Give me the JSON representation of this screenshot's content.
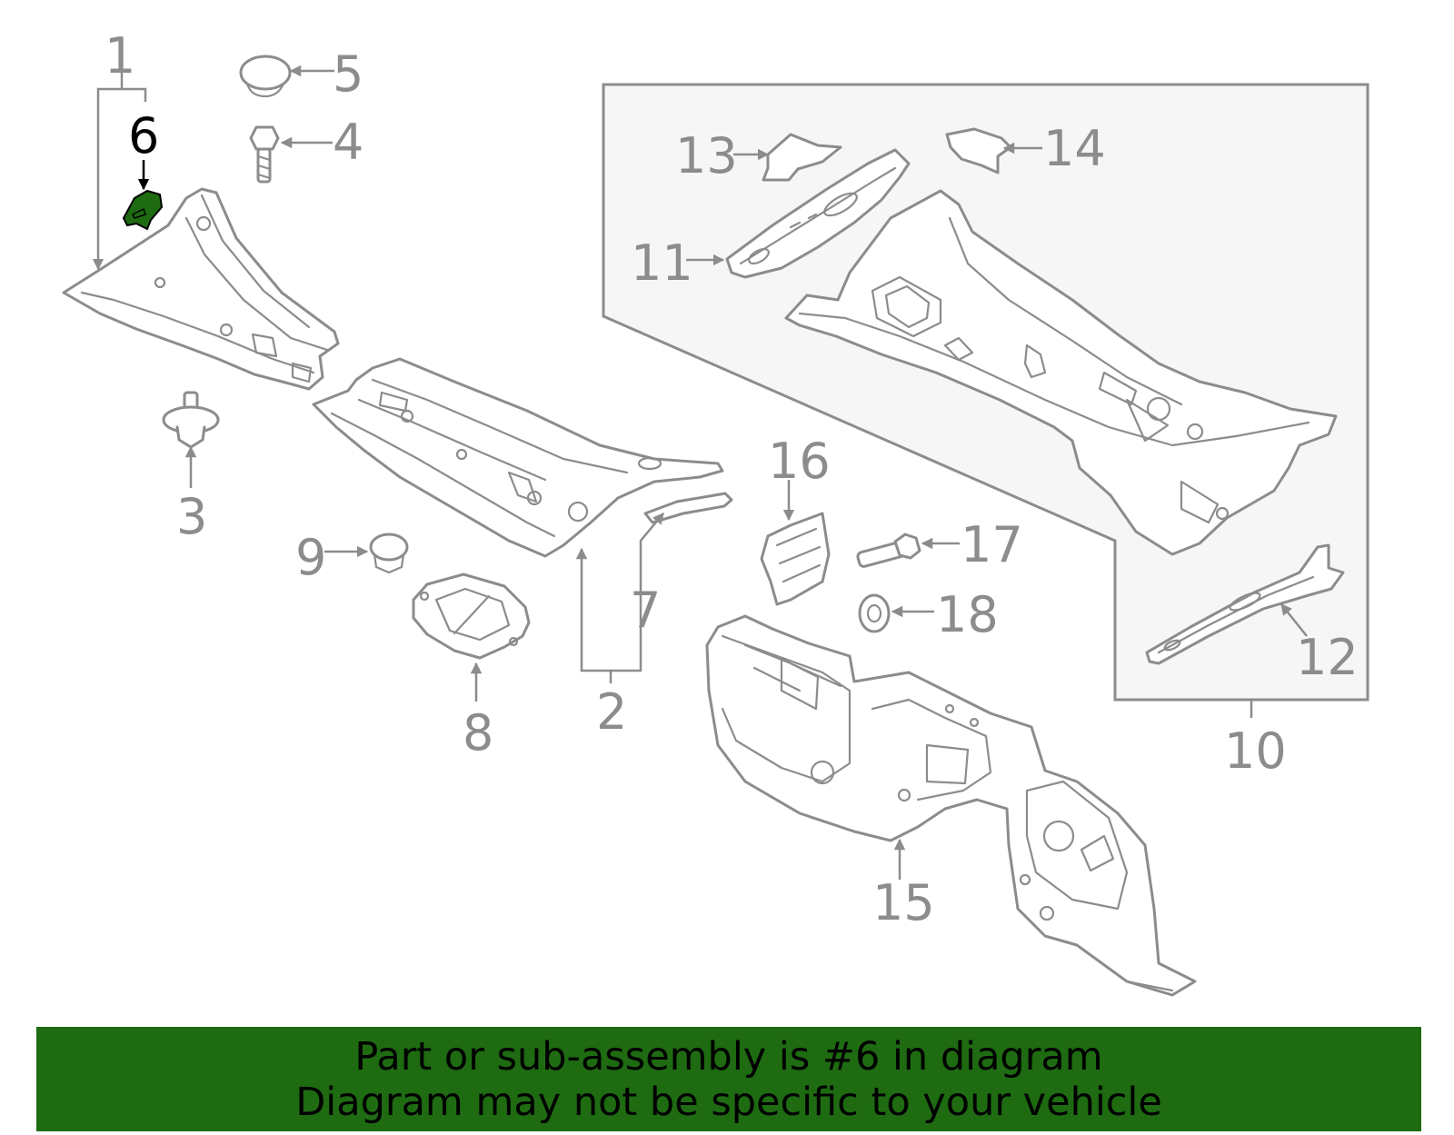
{
  "diagram": {
    "callouts": [
      "1",
      "2",
      "3",
      "4",
      "5",
      "6",
      "7",
      "8",
      "9",
      "10",
      "11",
      "12",
      "13",
      "14",
      "15",
      "16",
      "17",
      "18"
    ],
    "highlighted_callout": "6",
    "highlight_color": "#1e6b12",
    "line_color": "#8c8c8c",
    "inset_background": "#f6f6f6"
  },
  "banner": {
    "line1": "Part or sub-assembly is #6 in diagram",
    "line2": "Diagram may not be specific to your vehicle",
    "background": "#1e6b12"
  }
}
